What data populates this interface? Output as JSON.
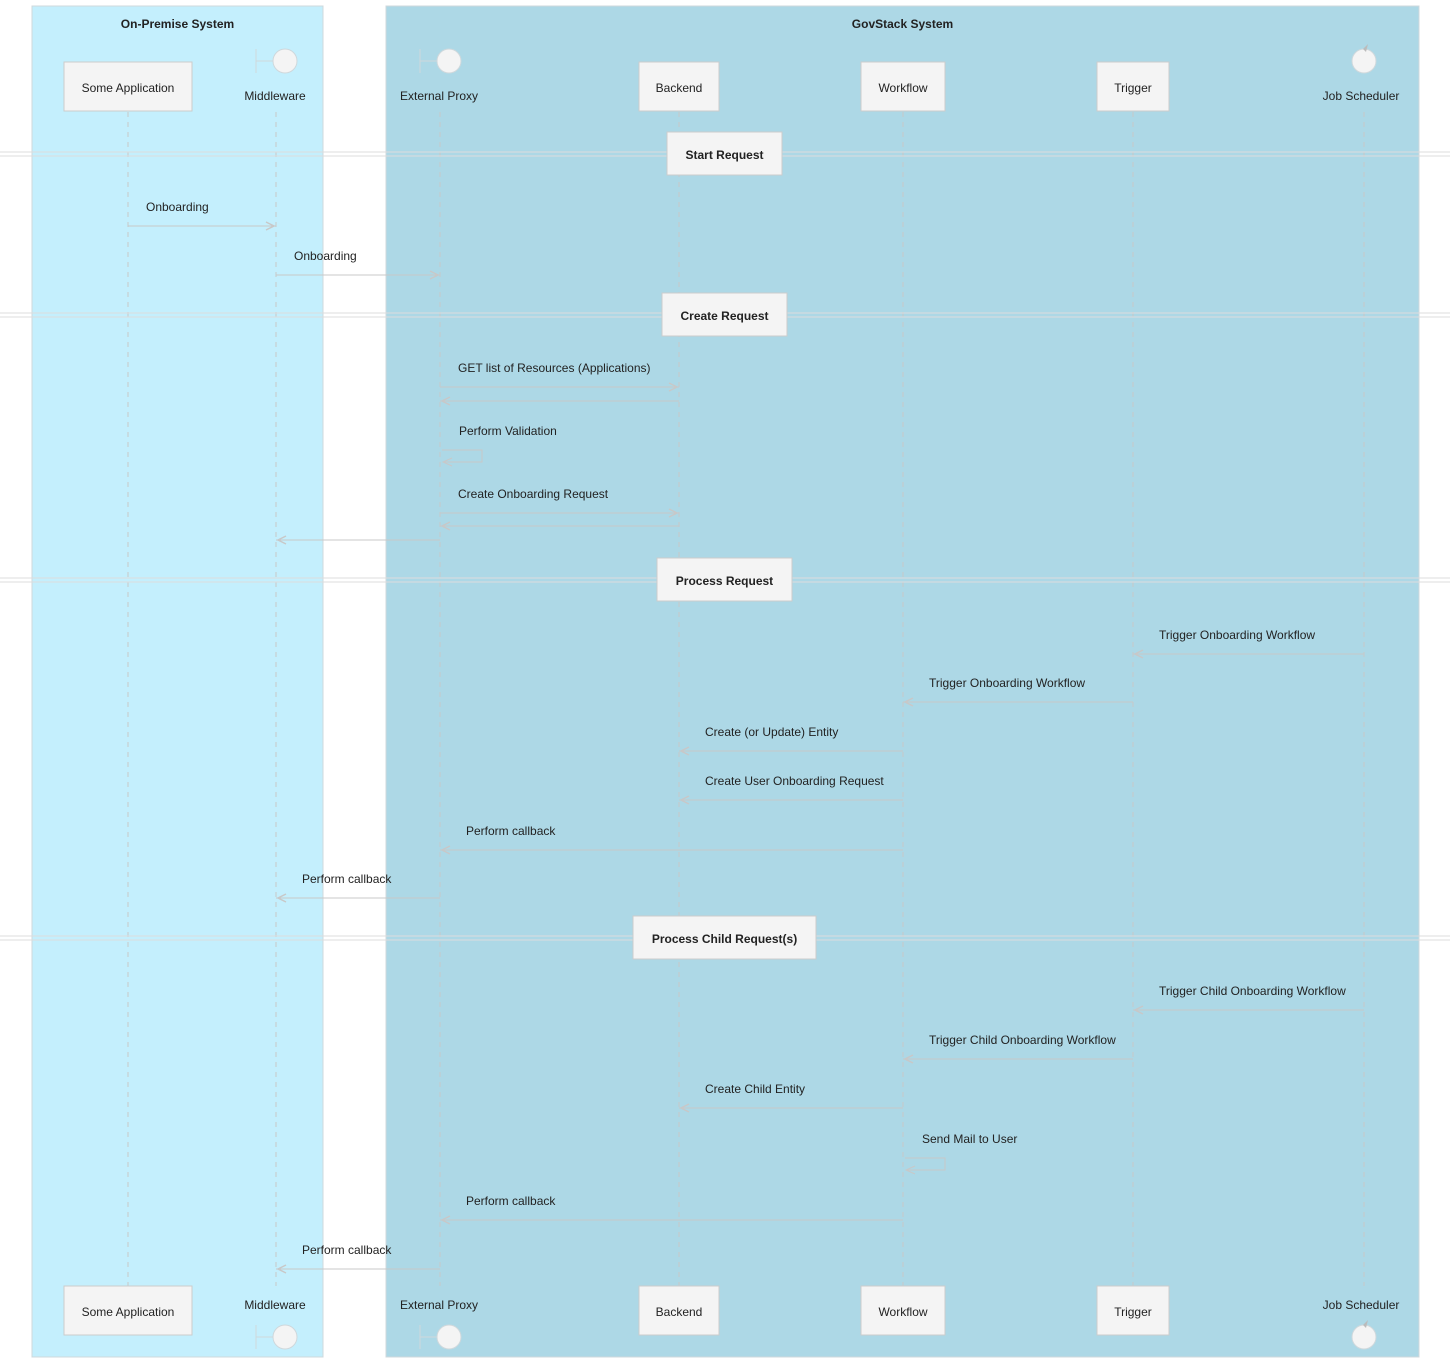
{
  "boxes": [
    {
      "id": "onprem",
      "title": "On-Premise System",
      "color": "#c4effd"
    },
    {
      "id": "govstack",
      "title": "GovStack System",
      "color": "#add8e6"
    }
  ],
  "participants": [
    {
      "id": "app",
      "label": "Some Application",
      "shape": "participant"
    },
    {
      "id": "mw",
      "label": "Middleware",
      "shape": "boundary"
    },
    {
      "id": "proxy",
      "label": "External Proxy",
      "shape": "boundary"
    },
    {
      "id": "backend",
      "label": "Backend",
      "shape": "participant"
    },
    {
      "id": "workflow",
      "label": "Workflow",
      "shape": "participant"
    },
    {
      "id": "trigger",
      "label": "Trigger",
      "shape": "participant"
    },
    {
      "id": "sched",
      "label": "Job Scheduler",
      "shape": "control"
    }
  ],
  "dividers": [
    "Start Request",
    "Create Request",
    "Process Request",
    "Process Child Request(s)"
  ],
  "messages": [
    {
      "from": "app",
      "to": "mw",
      "label": "Onboarding"
    },
    {
      "from": "mw",
      "to": "proxy",
      "label": "Onboarding"
    },
    {
      "from": "proxy",
      "to": "backend",
      "label": "GET list of Resources (Applications)"
    },
    {
      "from": "backend",
      "to": "proxy",
      "label": ""
    },
    {
      "from": "proxy",
      "to": "proxy",
      "label": "Perform Validation"
    },
    {
      "from": "proxy",
      "to": "backend",
      "label": "Create Onboarding Request"
    },
    {
      "from": "backend",
      "to": "proxy",
      "label": ""
    },
    {
      "from": "proxy",
      "to": "mw",
      "label": ""
    },
    {
      "from": "sched",
      "to": "trigger",
      "label": "Trigger Onboarding Workflow"
    },
    {
      "from": "trigger",
      "to": "workflow",
      "label": "Trigger Onboarding Workflow"
    },
    {
      "from": "workflow",
      "to": "backend",
      "label": "Create (or Update) Entity"
    },
    {
      "from": "workflow",
      "to": "backend",
      "label": "Create User Onboarding Request"
    },
    {
      "from": "workflow",
      "to": "proxy",
      "label": "Perform callback"
    },
    {
      "from": "proxy",
      "to": "mw",
      "label": "Perform callback"
    },
    {
      "from": "sched",
      "to": "trigger",
      "label": "Trigger Child Onboarding Workflow"
    },
    {
      "from": "trigger",
      "to": "workflow",
      "label": "Trigger Child Onboarding Workflow"
    },
    {
      "from": "workflow",
      "to": "backend",
      "label": "Create Child Entity"
    },
    {
      "from": "workflow",
      "to": "workflow",
      "label": "Send Mail to User"
    },
    {
      "from": "workflow",
      "to": "proxy",
      "label": "Perform callback"
    },
    {
      "from": "proxy",
      "to": "mw",
      "label": "Perform callback"
    }
  ],
  "colors": {
    "line": "#c8c8c8",
    "participant_fill": "#f4f4f4",
    "participant_border": "#cccccc"
  }
}
